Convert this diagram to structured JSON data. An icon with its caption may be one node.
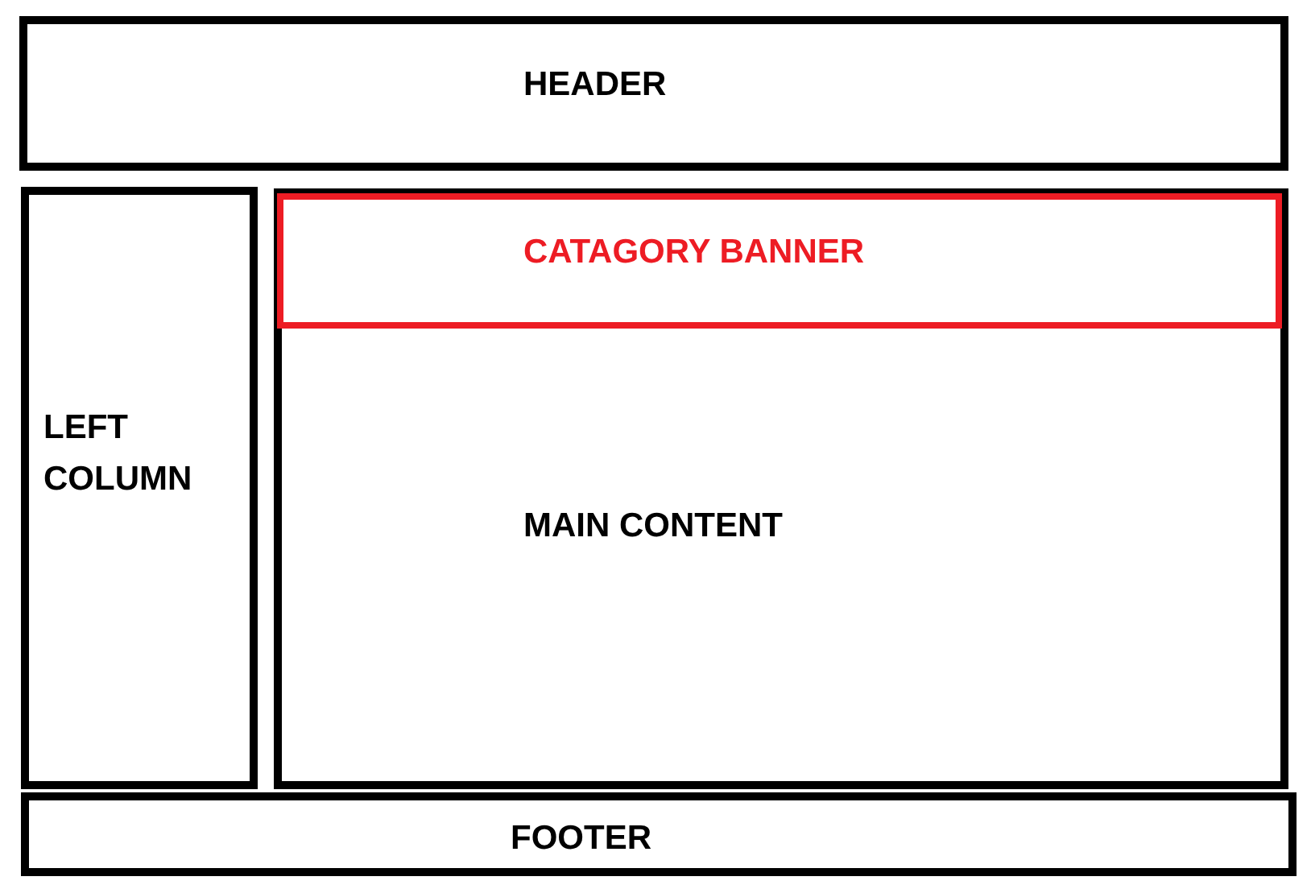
{
  "diagram": {
    "nodes": [
      {
        "text": [
          "HEADER"
        ]
      },
      {
        "text": [
          "LEFT COLUMN"
        ]
      },
      {
        "text": [
          "MAIN CONTENT"
        ]
      },
      {
        "text": [
          "CATAGORY BANNER"
        ],
        "in": 2
      },
      {
        "text": [
          "FOOTER"
        ]
      }
    ],
    "edges": []
  }
}
